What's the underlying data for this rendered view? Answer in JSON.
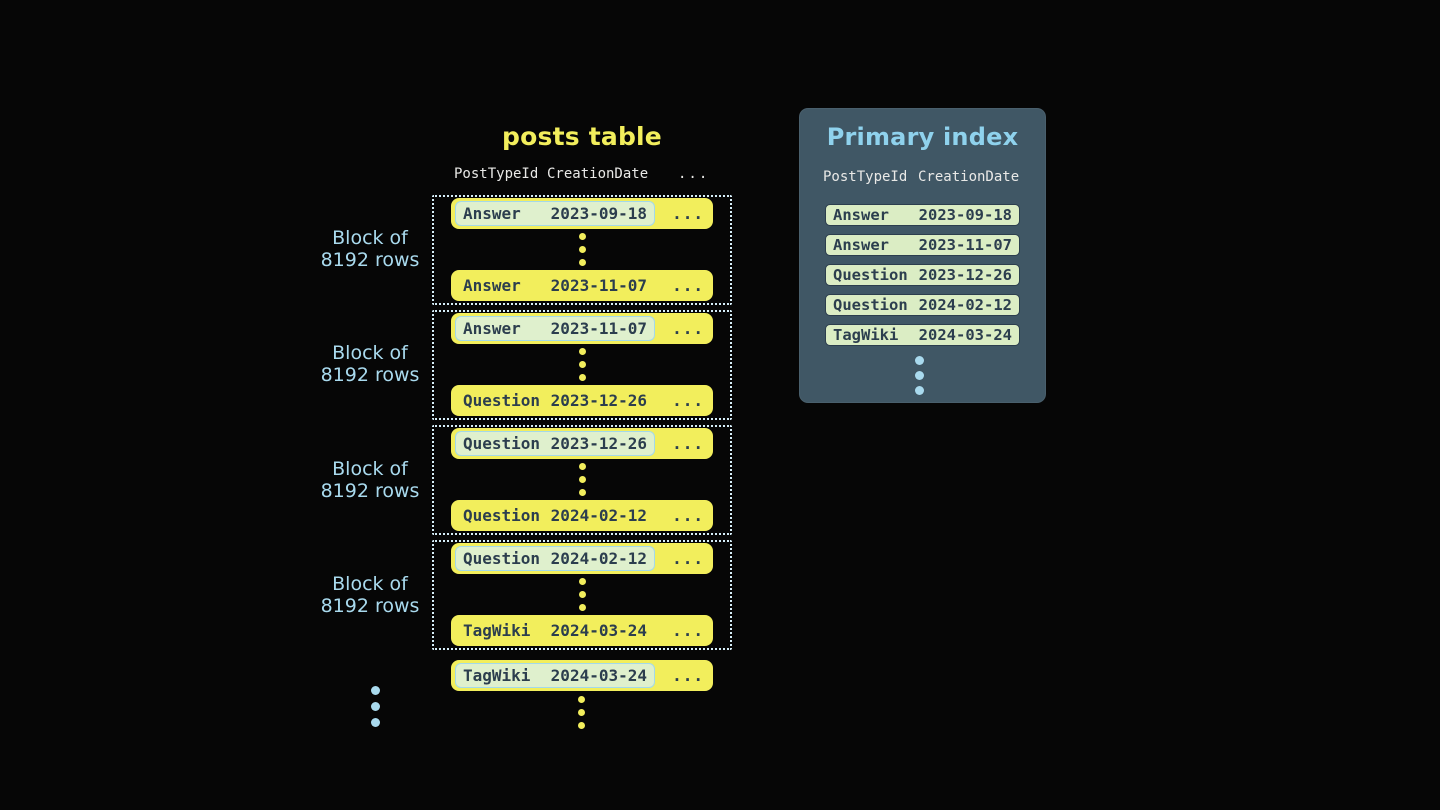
{
  "colors": {
    "background": "#060606",
    "row_yellow": "#F2EE5C",
    "row_text_dark": "#2C3E4E",
    "highlight_green": "#DFF0CD",
    "highlight_border_blue": "#A3D9EA",
    "panel_slate": "#405765",
    "index_pill_green": "#DBEDC4",
    "light_blue_text": "#A9DAEE",
    "panel_title_blue": "#8FD2ED",
    "header_text": "#E9E9E7",
    "block_dotted_border": "#D5EDF7"
  },
  "posts_table": {
    "title": "posts table",
    "col1": "PostTypeId",
    "col2": "CreationDate",
    "col3": "...",
    "ellipsis": "...",
    "block_label": {
      "line1": "Block of",
      "line2": "8192 rows"
    },
    "blocks": [
      {
        "first_type": "Answer",
        "first_date": "2023-09-18",
        "last_type": "Answer",
        "last_date": "2023-11-07"
      },
      {
        "first_type": "Answer",
        "first_date": "2023-11-07",
        "last_type": "Question",
        "last_date": "2023-12-26"
      },
      {
        "first_type": "Question",
        "first_date": "2023-12-26",
        "last_type": "Question",
        "last_date": "2024-02-12"
      },
      {
        "first_type": "Question",
        "first_date": "2024-02-12",
        "last_type": "TagWiki",
        "last_date": "2024-03-24"
      }
    ],
    "trailing_type": "TagWiki",
    "trailing_date": "2024-03-24"
  },
  "primary_index": {
    "title": "Primary index",
    "col1": "PostTypeId",
    "col2": "CreationDate",
    "rows": [
      {
        "type": "Answer",
        "date": "2023-09-18"
      },
      {
        "type": "Answer",
        "date": "2023-11-07"
      },
      {
        "type": "Question",
        "date": "2023-12-26"
      },
      {
        "type": "Question",
        "date": "2024-02-12"
      },
      {
        "type": "TagWiki",
        "date": "2024-03-24"
      }
    ]
  }
}
